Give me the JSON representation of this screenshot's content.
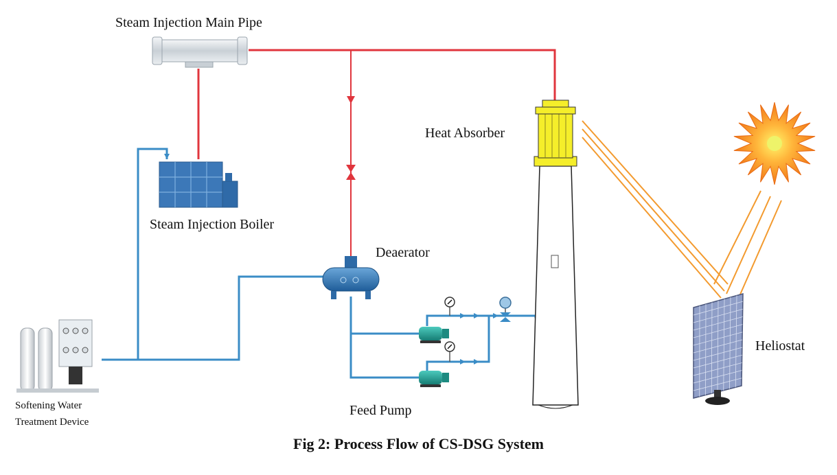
{
  "labels": {
    "main_pipe": "Steam Injection Main Pipe",
    "boiler": "Steam Injection Boiler",
    "heat_absorber": "Heat Absorber",
    "deaerator": "Deaerator",
    "feed_pump": "Feed Pump",
    "heliostat": "Heliostat",
    "softening_line1": "Softening Water",
    "softening_line2": "Treatment Device"
  },
  "caption": "Fig 2: Process Flow of CS-DSG System",
  "colors": {
    "steam_line": "#e0353d",
    "water_line": "#3a8cc6",
    "sun_ray": "#f39a2e",
    "absorber": "#f5ee2a",
    "boiler": "#3c78b8",
    "pump": "#25a89c"
  }
}
